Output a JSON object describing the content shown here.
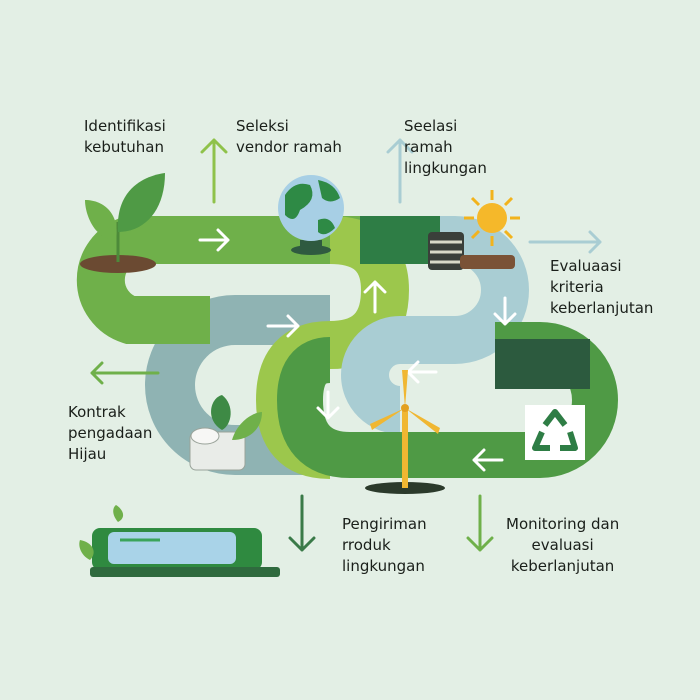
{
  "steps": [
    {
      "id": "identifikasi",
      "lines": [
        "Identifikasi",
        "kebutuhan"
      ]
    },
    {
      "id": "seleksi",
      "lines": [
        "Seleksi",
        "vendor ramah"
      ]
    },
    {
      "id": "seelasi",
      "lines": [
        "Seelasi",
        "ramah",
        "lingkungan"
      ]
    },
    {
      "id": "evaluasi",
      "lines": [
        "Evaluaasi",
        "kriteria",
        "keberlanjutan"
      ]
    },
    {
      "id": "kontrak",
      "lines": [
        "Kontrak",
        "pengadaan",
        "Hijau"
      ]
    },
    {
      "id": "pengiriman",
      "lines": [
        "Pengiriman",
        "rroduk",
        "lingkungan"
      ]
    },
    {
      "id": "monitoring",
      "lines": [
        "Monitoring dan",
        "evaluasi",
        "keberlanjutan"
      ]
    }
  ],
  "colors": {
    "background": "#e3efe5",
    "light_green": "#9cc74c",
    "green": "#5fa54a",
    "dark_green": "#2e7d45",
    "blue_gray": "#8fb3b3",
    "light_blue": "#a9cdd3"
  }
}
